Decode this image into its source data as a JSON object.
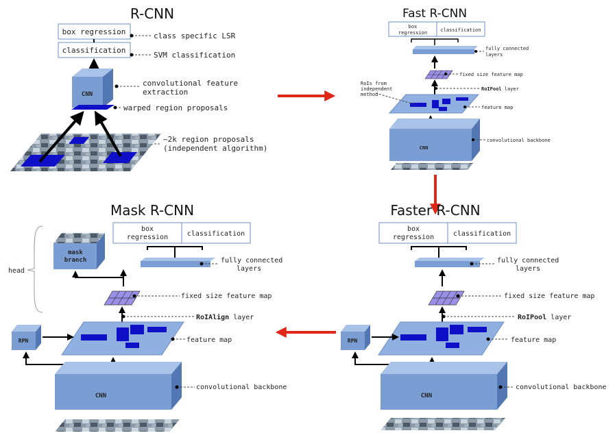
{
  "colors": {
    "box_face": "#7a9ed3",
    "box_top": "#a9c2e7",
    "box_side": "#5277b3",
    "region": "#1010c8",
    "map": "#8fb0e0",
    "grid": "#9a90e8",
    "arrow_red": "#e02818",
    "label_box_border": "#6d8fc4"
  },
  "rcnn": {
    "title": "R-CNN",
    "box_regression": "box regression",
    "classification": "classification",
    "cnn": "CNN",
    "label_lsr": "class specific LSR",
    "label_svm": "SVM classification",
    "label_conv_1": "convolutional feature",
    "label_conv_2": "extraction",
    "label_warped": "warped region proposals",
    "label_proposals_1": "~2k region proposals",
    "label_proposals_2": "(independent algorithm)"
  },
  "fast": {
    "title": "Fast R-CNN",
    "box_regression_1": "box",
    "box_regression_2": "regression",
    "classification": "classification",
    "label_fc_1": "fully connected",
    "label_fc_2": "layers",
    "label_fixed": "fixed size feature map",
    "label_rois_1": "RoIs from",
    "label_rois_2": "independent",
    "label_rois_3": "method",
    "roipool": "RoIPool",
    "layer": " layer",
    "label_feature_map": "feature map",
    "cnn": "CNN",
    "label_backbone": "convolutional backbone"
  },
  "faster": {
    "title": "Faster R-CNN",
    "box_regression_1": "box",
    "box_regression_2": "regression",
    "classification": "classification",
    "label_fc_1": "fully connected",
    "label_fc_2": "layers",
    "label_fixed": "fixed size feature map",
    "roipool": "RoIPool",
    "layer": " layer",
    "label_feature_map": "feature map",
    "rpn": "RPN",
    "cnn": "CNN",
    "label_backbone": "convolutional backbone"
  },
  "mask": {
    "title": "Mask R-CNN",
    "box_regression_1": "box",
    "box_regression_2": "regression",
    "classification": "classification",
    "label_fc_1": "fully connected",
    "label_fc_2": "layers",
    "mask_branch_1": "mask",
    "mask_branch_2": "branch",
    "head": "head",
    "label_fixed": "fixed size feature map",
    "roialign": "RoIAlign",
    "layer": " layer",
    "label_feature_map": "feature map",
    "rpn": "RPN",
    "cnn": "CNN",
    "label_backbone": "convolutional backbone"
  }
}
